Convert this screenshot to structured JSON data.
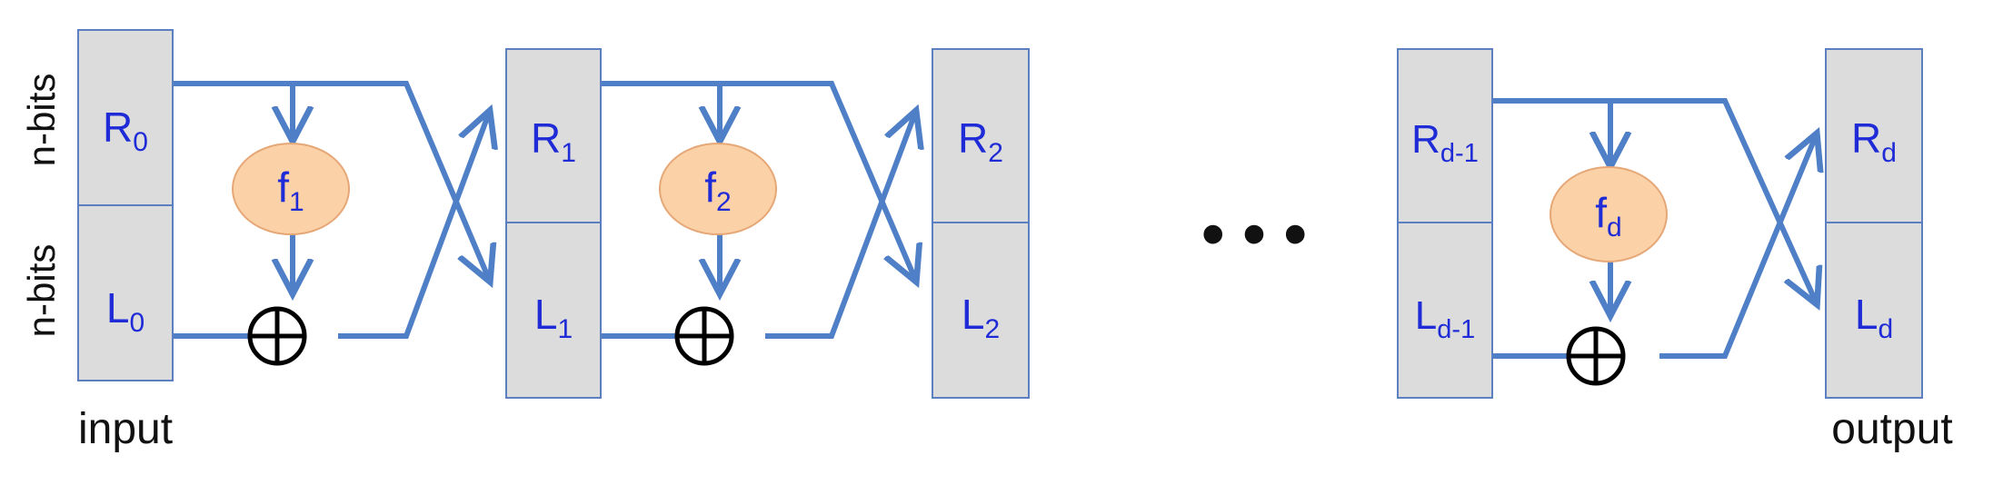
{
  "side_labels": {
    "top": "n-bits",
    "bottom": "n-bits"
  },
  "io_labels": {
    "input": "input",
    "output": "output"
  },
  "ellipsis": "• • •",
  "stages": [
    {
      "R": "R",
      "R_sub": "0",
      "L": "L",
      "L_sub": "0"
    },
    {
      "R": "R",
      "R_sub": "1",
      "L": "L",
      "L_sub": "1"
    },
    {
      "R": "R",
      "R_sub": "2",
      "L": "L",
      "L_sub": "2"
    },
    {
      "R": "R",
      "R_sub": "d-1",
      "L": "L",
      "L_sub": "d-1"
    },
    {
      "R": "R",
      "R_sub": "d",
      "L": "L",
      "L_sub": "d"
    }
  ],
  "functions": [
    {
      "f": "f",
      "sub": "1"
    },
    {
      "f": "f",
      "sub": "2"
    },
    {
      "f": "f",
      "sub": "d"
    }
  ],
  "colors": {
    "wire": "#4f7fc6",
    "register_fill": "#dcdcdc",
    "function_fill": "#fbd1a8",
    "label_text": "#1f2bd6"
  },
  "icons": {
    "xor": "circled-plus-icon",
    "arrow": "arrowhead-icon"
  }
}
